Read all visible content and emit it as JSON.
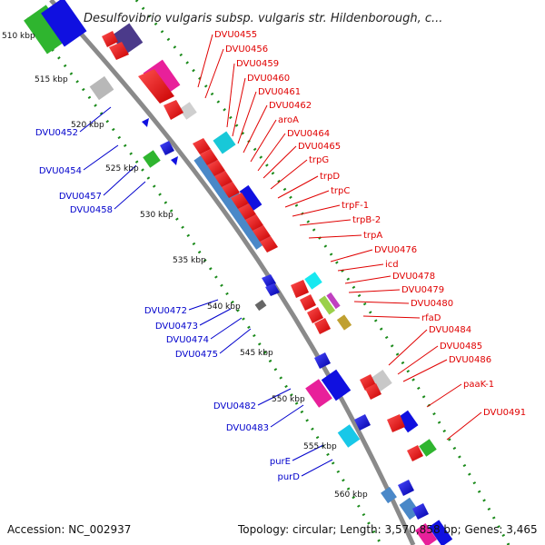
{
  "title": "Desulfovibrio vulgaris subsp. vulgaris str. Hildenborough, c...",
  "footer": {
    "accession": "Accession: NC_002937",
    "topology": "Topology: circular; Length: 3,570,858 bp; Genes: 3,465"
  },
  "colors": {
    "forward": "#e00000",
    "reverse": "#0000cc",
    "backbone": "#8a8a8a",
    "tick": "#1a8a1a"
  },
  "ruler": [
    "510 kbp",
    "515 kbp",
    "520 kbp",
    "525 kbp",
    "530 kbp",
    "535 kbp",
    "540 kbp",
    "545 kbp",
    "550 kbp",
    "555 kbp",
    "560 kbp"
  ],
  "genes_left": [
    "DVU0452",
    "DVU0454",
    "DVU0457",
    "DVU0458",
    "DVU0472",
    "DVU0473",
    "DVU0474",
    "DVU0475",
    "DVU0482",
    "DVU0483",
    "purE",
    "purD"
  ],
  "genes_right": [
    "DVU0455",
    "DVU0456",
    "DVU0459",
    "DVU0460",
    "DVU0461",
    "DVU0462",
    "aroA",
    "DVU0464",
    "DVU0465",
    "trpG",
    "trpD",
    "trpC",
    "trpF-1",
    "trpB-2",
    "trpA",
    "DVU0476",
    "icd",
    "DVU0478",
    "DVU0479",
    "DVU0480",
    "rfaD",
    "DVU0484",
    "DVU0485",
    "DVU0486",
    "paaK-1",
    "DVU0491"
  ]
}
